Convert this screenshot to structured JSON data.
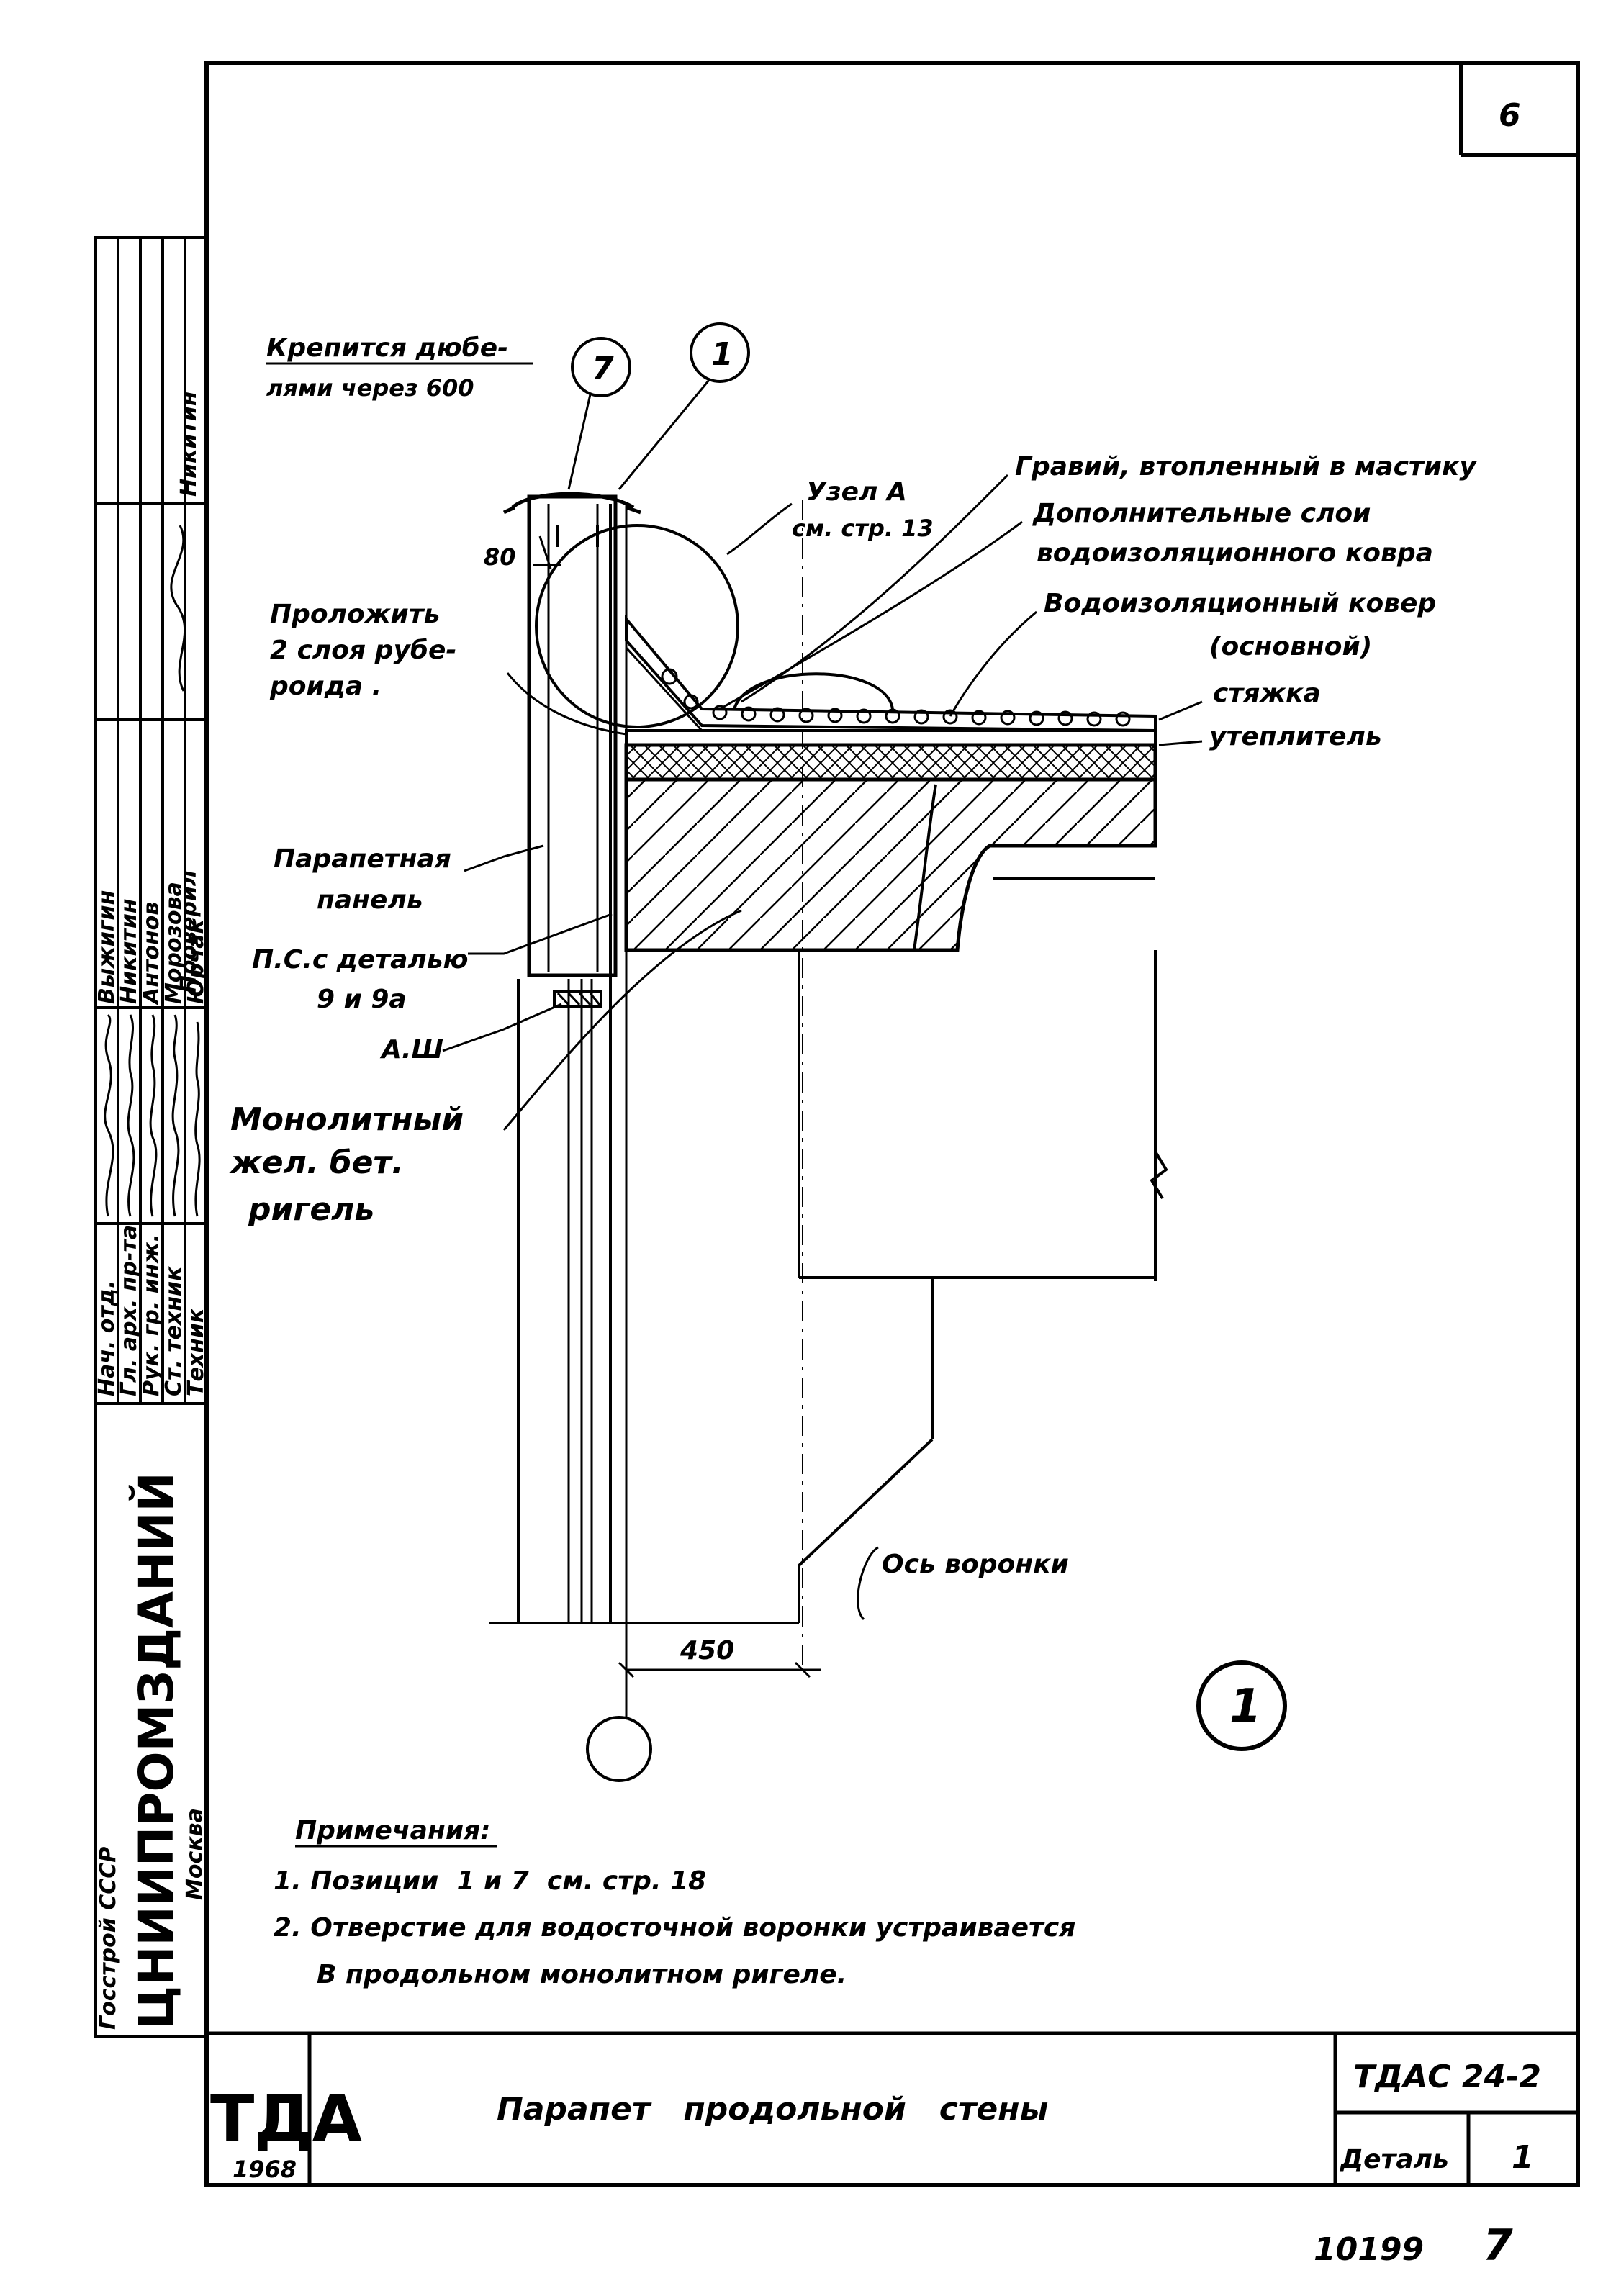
{
  "sheet": {
    "page_number": "6",
    "detail_number": "1",
    "archive_number": "10199",
    "archive_page": "7"
  },
  "callouts": {
    "pos7": "7",
    "pos1": "1",
    "anchor_label_line1": "Крепится дюбе-",
    "anchor_label_line2": "лями через 600",
    "dim_80": "80",
    "node_a_line1": "Узел А",
    "node_a_line2": "см. стр. 13",
    "gravel": "Гравий, втопленный в мастику",
    "extra_layers_line1": "Дополнительные слои",
    "extra_layers_line2": "водоизоляционного ковра",
    "main_carpet_line1": "Водоизоляционный ковер",
    "main_carpet_line2": "(основной)",
    "screed": "стяжка",
    "insulation": "утеплитель",
    "felt_line1": "Проложить",
    "felt_line2": "2 слоя рубе-",
    "felt_line3": "роида .",
    "parapet_line1": "Парапетная",
    "parapet_line2": "панель",
    "ps_line1": "П.С.с деталью",
    "ps_line2": "9 и 9а",
    "a_sh": "А.Ш",
    "girder_line1": "Монолитный",
    "girder_line2": "жел. бет.",
    "girder_line3": "ригель",
    "funnel_axis": "Ось воронки",
    "dim_450": "450"
  },
  "notes": {
    "heading": "Примечания:",
    "line1": "1. Позиции  1 и 7  см. стр. 18",
    "line2": "2. Отверстие для водосточной воронки устраивается",
    "line3": "В продольном монолитном ригеле."
  },
  "title_block": {
    "title": "Парапет   продольной   стены",
    "code": "ТДАС 24-2",
    "detail_label": "Деталь",
    "logo_letters": "ТДА",
    "logo_year": "1968",
    "org_name": "ЦНИИПРОМЗДАНИЙ",
    "org_city": "Москва",
    "org_parent": "Госстрой СССР"
  },
  "signatures": {
    "roles": [
      "Нач. отд.",
      "Гл. арх. пр-та",
      "Рук. гр. инж.",
      "Ст. техник",
      "Техник"
    ],
    "names": [
      "Выжигин",
      "Никитин",
      "Антонов",
      "Морозова",
      "Юрчак"
    ],
    "checked_label": "Проверил",
    "checked_name": "Никитин"
  },
  "colors": {
    "ink": "#000000",
    "paper": "#ffffff"
  }
}
